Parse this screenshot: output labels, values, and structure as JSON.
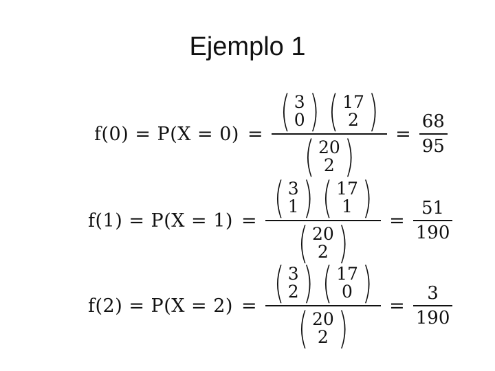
{
  "title": "Ejemplo 1",
  "equations": [
    {
      "lhs": "f(0) = P(X = 0)",
      "numerator": [
        {
          "top": "3",
          "bottom": "0"
        },
        {
          "top": "17",
          "bottom": "2"
        }
      ],
      "denominator": {
        "top": "20",
        "bottom": "2"
      },
      "result": {
        "num": "68",
        "den": "95"
      }
    },
    {
      "lhs": "f(1) = P(X = 1)",
      "numerator": [
        {
          "top": "3",
          "bottom": "1"
        },
        {
          "top": "17",
          "bottom": "1"
        }
      ],
      "denominator": {
        "top": "20",
        "bottom": "2"
      },
      "result": {
        "num": "51",
        "den": "190"
      }
    },
    {
      "lhs": "f(2) = P(X = 2)",
      "numerator": [
        {
          "top": "3",
          "bottom": "2"
        },
        {
          "top": "17",
          "bottom": "0"
        }
      ],
      "denominator": {
        "top": "20",
        "bottom": "2"
      },
      "result": {
        "num": "3",
        "den": "190"
      }
    }
  ],
  "symbols": {
    "equals": "="
  }
}
